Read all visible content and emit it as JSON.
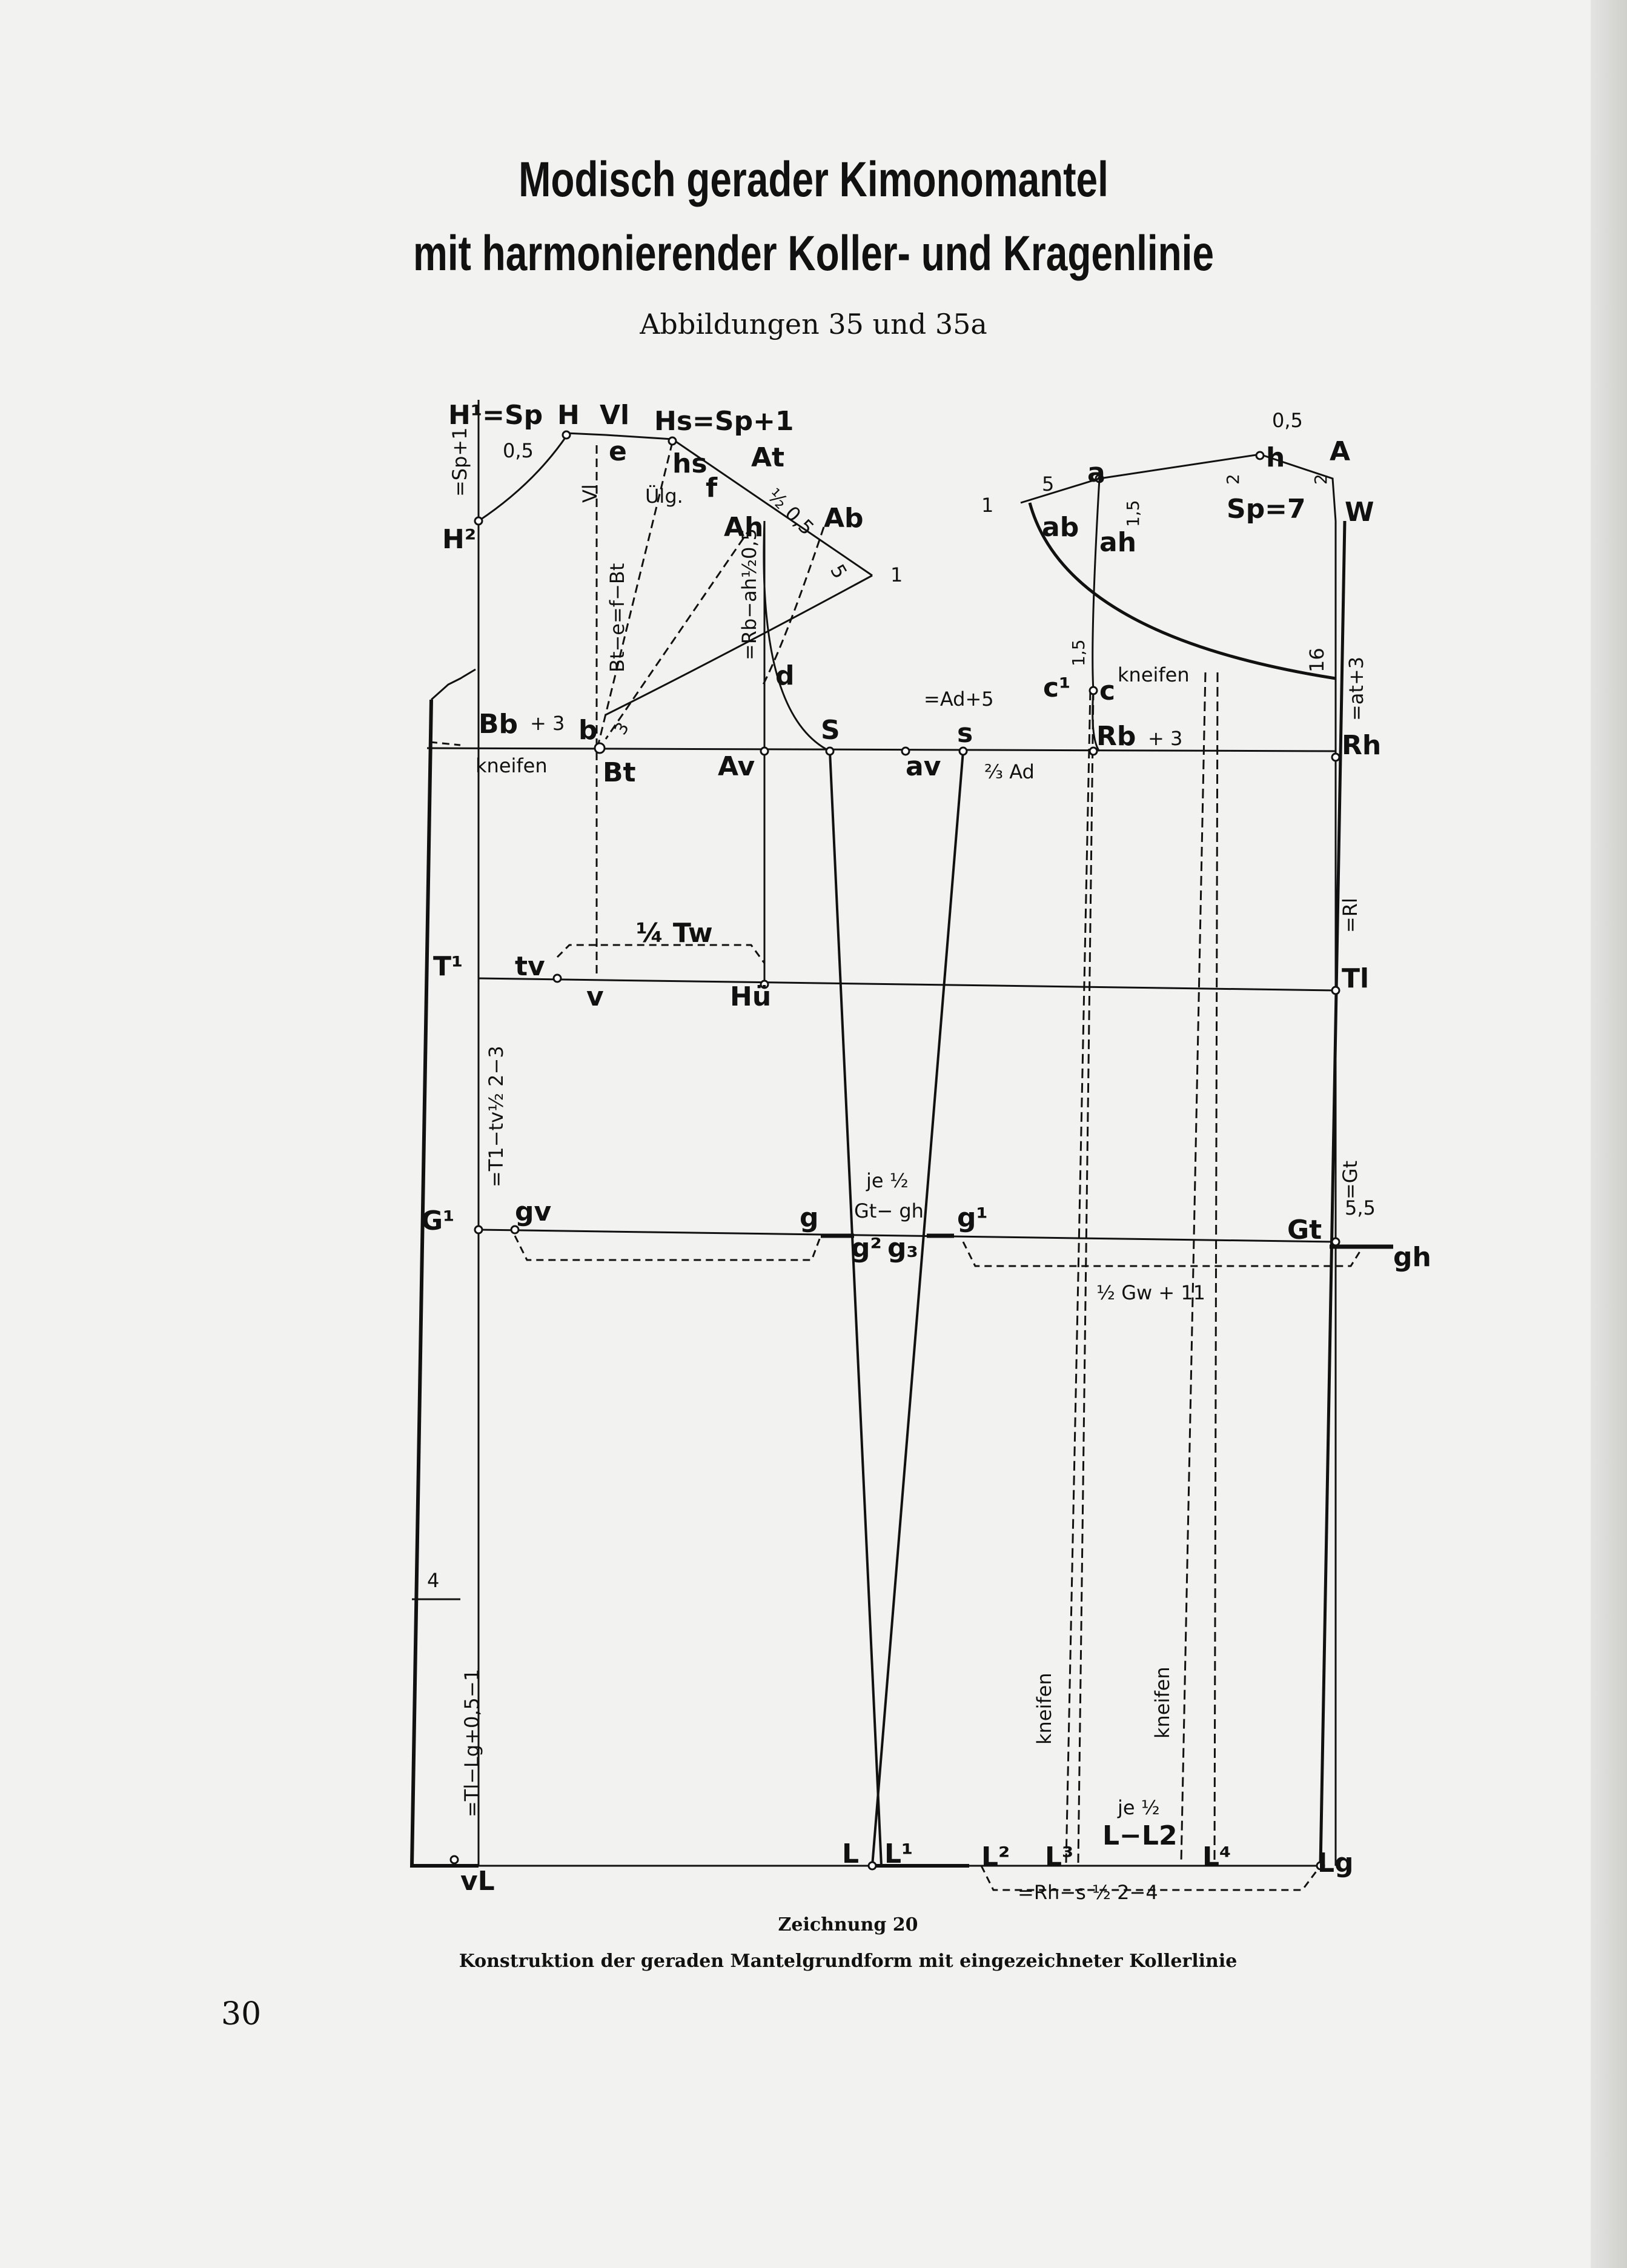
{
  "header": {
    "title_line1": "Modisch gerader Kimonomantel",
    "title_line2": "mit harmonierender Koller- und Kragenlinie",
    "subtitle": "Abbildungen 35 und 35a"
  },
  "caption": {
    "line1": "Zeichnung 20",
    "line2": "Konstruktion der geraden Mantelgrundform mit eingezeichneter Kollerlinie"
  },
  "page_number": "30",
  "points": {
    "H1_Sp": "H¹=Sp",
    "H": "H",
    "Vl": "Vl",
    "Hs_Sp1": "Hs=Sp+1",
    "e": "e",
    "hs": "hs",
    "At": "At",
    "f": "f",
    "Ulg": "Ülg.",
    "H2": "H²",
    "Ah": "Ah",
    "Ab": "Ab",
    "d": "d",
    "a": "a",
    "h": "h",
    "A": "A",
    "W": "W",
    "ab": "ab",
    "ah": "ah",
    "Sp7": "Sp=7",
    "c1": "c¹",
    "c": "c",
    "Rb": "Rb",
    "Rh": "Rh",
    "Bb": "Bb",
    "b": "b",
    "Bt": "Bt",
    "Av": "Av",
    "S": "S",
    "av": "av",
    "s": "s",
    "T1": "T¹",
    "tv": "tv",
    "v": "v",
    "Hu": "Hü",
    "Tl": "Tl",
    "G1": "G¹",
    "gv": "gv",
    "g": "g",
    "g2": "g²",
    "g3": "g₃",
    "g1": "g¹",
    "Gt": "Gt",
    "gh": "gh",
    "vL": "vL",
    "L": "L",
    "L1": "L¹",
    "L2": "L²",
    "L3": "L³",
    "L4": "L⁴",
    "Lg": "Lg"
  },
  "measures": {
    "m05a": "0,5",
    "Sp1": "=Sp+1",
    "Vl_v": "Vl",
    "BtfBt": "Bt−e=f−Bt",
    "m05b": "⅟₂ 0,5",
    "Rbah": "=Rb−ah⅟₂0,5",
    "five": "5",
    "one": "1",
    "m05c": "0,5",
    "m2": "2",
    "m2b": "2",
    "m5": "5",
    "m1": "1",
    "m15": "1,5",
    "m15b": "1,5",
    "m16": "16",
    "at3": "=at+3",
    "kneifen_top": "kneifen",
    "Ad5": "=Ad+5",
    "twothirdsAd": "⅔ Ad",
    "plus3a": "+ 3",
    "plus3b": "+ 3",
    "kneifen_left": "kneifen",
    "three": "3",
    "quarterTw": "¼ Tw",
    "RI": "=Rl",
    "T1tv": "=T1−tv⅟₂ 2−3",
    "je12": "je ½",
    "Gtgh": "Gt− gh",
    "eqGt": "=Gt",
    "m55": "5,5",
    "halfGw": "½ Gw + 11",
    "four": "4",
    "TlLg": "=Tl−Lg+0,5−1",
    "kneifen_b1": "kneifen",
    "kneifen_b2": "kneifen",
    "je12b": "je ½",
    "LL2": "L−L2",
    "Rhs": "=Rh−s ⅟₂ 2−4"
  }
}
